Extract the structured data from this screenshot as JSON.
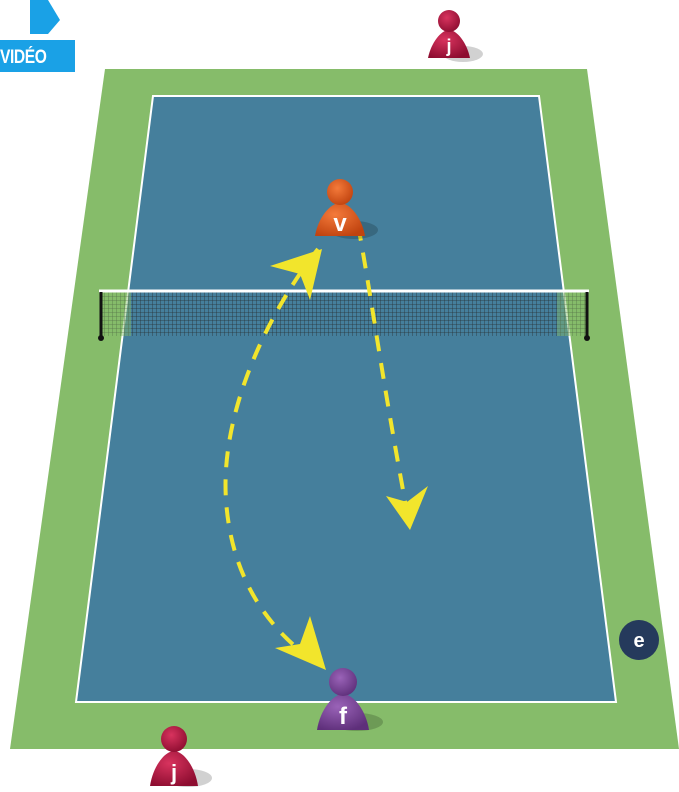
{
  "video_badge": {
    "label": "VIDÉO",
    "color": "#1aa1e6"
  },
  "colors": {
    "grass": "#86bc6a",
    "court": "#457f9c",
    "lines": "#ffffff",
    "arrow": "#f2e52c",
    "pawn_j": "#b3123f",
    "pawn_v": "#e2571b",
    "pawn_f": "#7c449b",
    "marker_e": "#253a5c"
  },
  "pawns": {
    "top_player": {
      "letter": "j",
      "icon": "pawn-icon"
    },
    "volleyer": {
      "letter": "v",
      "icon": "pawn-icon"
    },
    "feeder": {
      "letter": "f",
      "icon": "pawn-icon"
    },
    "bottom_player": {
      "letter": "j",
      "icon": "pawn-icon"
    }
  },
  "marker": {
    "letter": "e"
  }
}
